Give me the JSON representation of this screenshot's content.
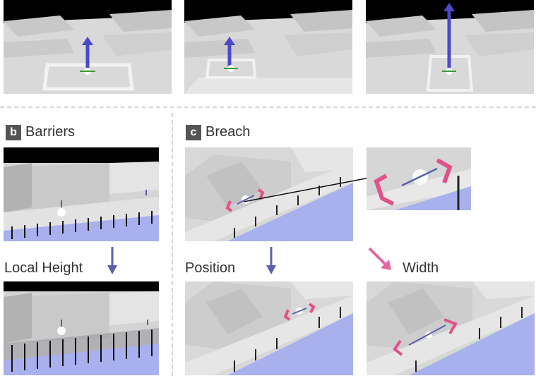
{
  "sections": {
    "barriers": {
      "badge": "b",
      "title": "Barriers"
    },
    "breach": {
      "badge": "c",
      "title": "Breach"
    }
  },
  "steps": {
    "local_height": "Local Height",
    "position": "Position",
    "width": "Width"
  },
  "colors": {
    "sky": "#000000",
    "ground": "#dcdcdc",
    "water": "#aab4f0",
    "handle": "#e0528a",
    "arrow": "#5a5fae",
    "pink_arrow": "#e467a0"
  }
}
